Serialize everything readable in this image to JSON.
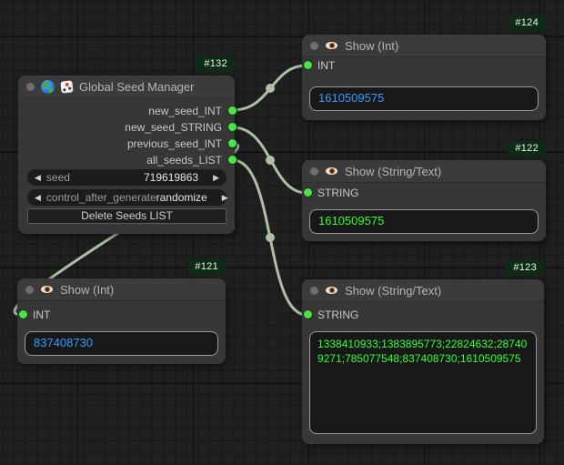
{
  "ui": {
    "arrow_left": "◀",
    "arrow_right": "▶"
  },
  "colors": {
    "wire": "#adbfa6",
    "port_green": "#4fe04a",
    "int_value_blue": "#2e9fff",
    "string_value_green": "#33ff33",
    "badge_bg": "#0e2b15",
    "node_bg": "#373737",
    "canvas_bg": "#202021"
  },
  "nodes": [
    {
      "id": "#132",
      "title": "Global Seed Manager",
      "outputs": [
        "new_seed_INT",
        "new_seed_STRING",
        "previous_seed_INT",
        "all_seeds_LIST"
      ],
      "widgets": [
        {
          "label": "seed",
          "value": "719619863"
        },
        {
          "label": "control_after_generate",
          "value": "randomize"
        }
      ],
      "button": "Delete Seeds LIST"
    },
    {
      "id": "#124",
      "title": "Show (Int)",
      "input": "INT",
      "value": "1610509575"
    },
    {
      "id": "#122",
      "title": "Show (String/Text)",
      "input": "STRING",
      "value": "1610509575"
    },
    {
      "id": "#121",
      "title": "Show (Int)",
      "input": "INT",
      "value": "837408730"
    },
    {
      "id": "#123",
      "title": "Show (String/Text)",
      "input": "STRING",
      "value": "1338410933;1383895773;22824632;287409271;785077548;837408730;1610509575"
    }
  ]
}
